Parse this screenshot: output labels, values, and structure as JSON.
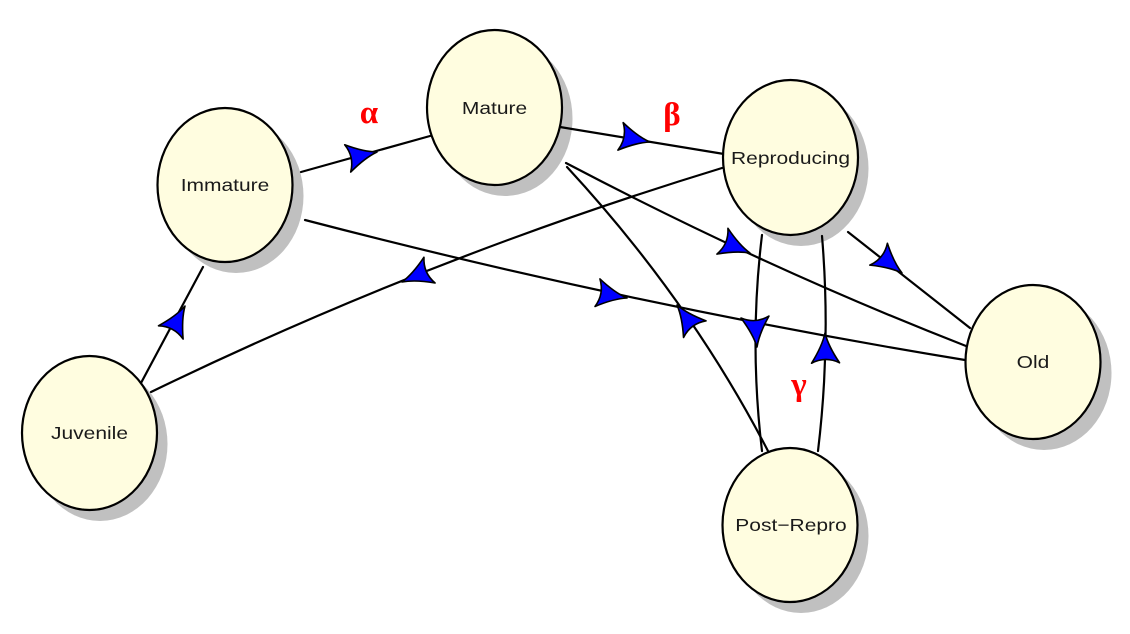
{
  "diagram": {
    "type": "state-transition-graph",
    "colors": {
      "node_fill": "#fffde0",
      "node_stroke": "#000000",
      "node_shadow": "#c0c0c0",
      "edge": "#000000",
      "arrow_fill": "#0000ff",
      "rate_label": "#ff0000"
    },
    "nodes": [
      {
        "id": "juvenile",
        "label": "Juvenile"
      },
      {
        "id": "immature",
        "label": "Immature"
      },
      {
        "id": "mature",
        "label": "Mature"
      },
      {
        "id": "reproducing",
        "label": "Reproducing"
      },
      {
        "id": "post_repro",
        "label": "Post−Repro"
      },
      {
        "id": "old",
        "label": "Old"
      }
    ],
    "edges": [
      {
        "from": "juvenile",
        "to": "immature",
        "rate": ""
      },
      {
        "from": "reproducing",
        "to": "juvenile",
        "rate": ""
      },
      {
        "from": "immature",
        "to": "mature",
        "rate": "α"
      },
      {
        "from": "immature",
        "to": "old",
        "rate": ""
      },
      {
        "from": "mature",
        "to": "reproducing",
        "rate": "β"
      },
      {
        "from": "mature",
        "to": "old",
        "rate": ""
      },
      {
        "from": "post_repro",
        "to": "mature",
        "rate": ""
      },
      {
        "from": "reproducing",
        "to": "old",
        "rate": ""
      },
      {
        "from": "reproducing",
        "to": "post_repro",
        "rate": ""
      },
      {
        "from": "post_repro",
        "to": "reproducing",
        "rate": "γ"
      }
    ]
  }
}
